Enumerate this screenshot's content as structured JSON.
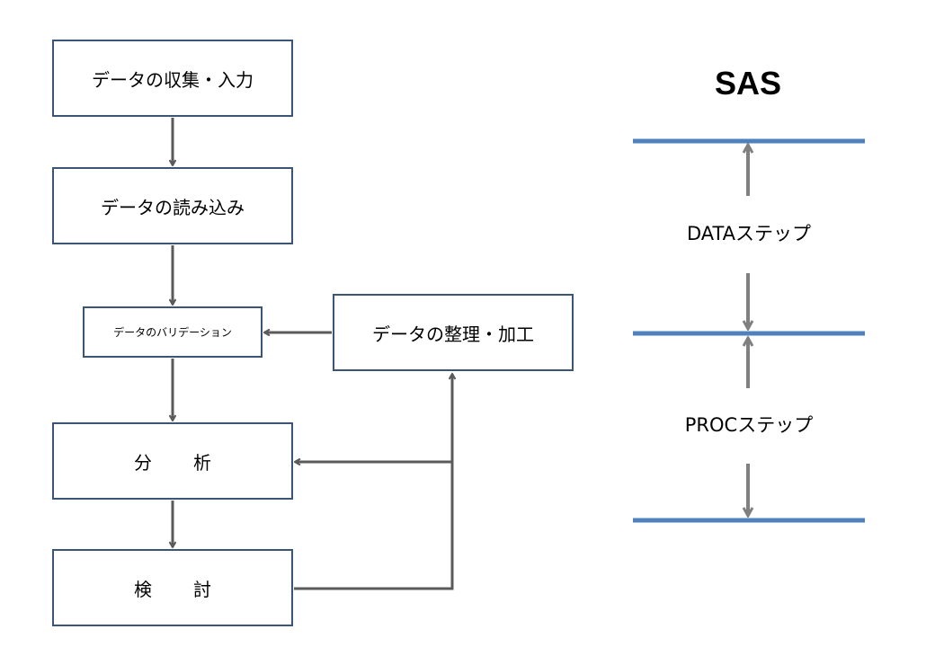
{
  "flowchart": {
    "collect": "データの収集・入力",
    "read": "データの読み込み",
    "validation": "データのバリデーション",
    "arrange": "データの整理・加工",
    "analyze": [
      "分",
      "析"
    ],
    "review": [
      "検",
      "討"
    ]
  },
  "sas": {
    "title": "SAS",
    "data_step": "DATAステップ",
    "proc_step": "PROCステップ"
  },
  "colors": {
    "box_border": "#3b5577",
    "connector": "#5a5a5a",
    "sas_line": "#4f81bd",
    "sas_arrow": "#808080"
  }
}
